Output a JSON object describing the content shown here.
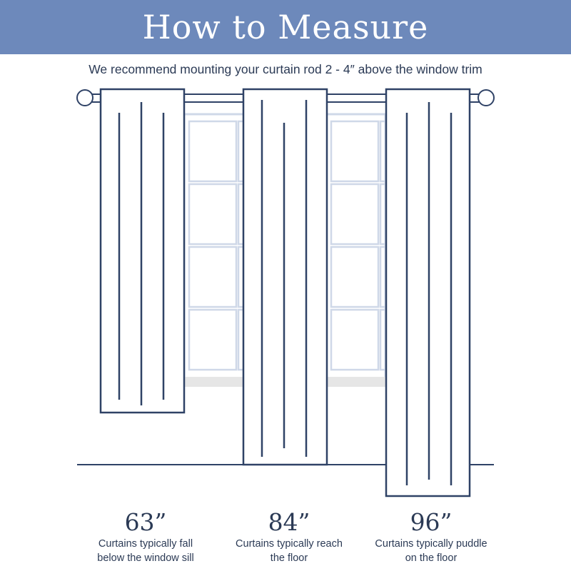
{
  "header": {
    "title": "How to Measure",
    "subtitle": "We recommend mounting your curtain rod 2 - 4″ above the window trim"
  },
  "options": [
    {
      "length": "63”",
      "line1": "Curtains typically fall",
      "line2": "below the window sill"
    },
    {
      "length": "84”",
      "line1": "Curtains typically reach",
      "line2": "the floor"
    },
    {
      "length": "96”",
      "line1": "Curtains typically puddle",
      "line2": "on the floor"
    }
  ],
  "colors": {
    "banner": "#6d89bb",
    "outline": "#2f4266",
    "window": "#cfd8e8",
    "sill": "#e6e6e6"
  }
}
